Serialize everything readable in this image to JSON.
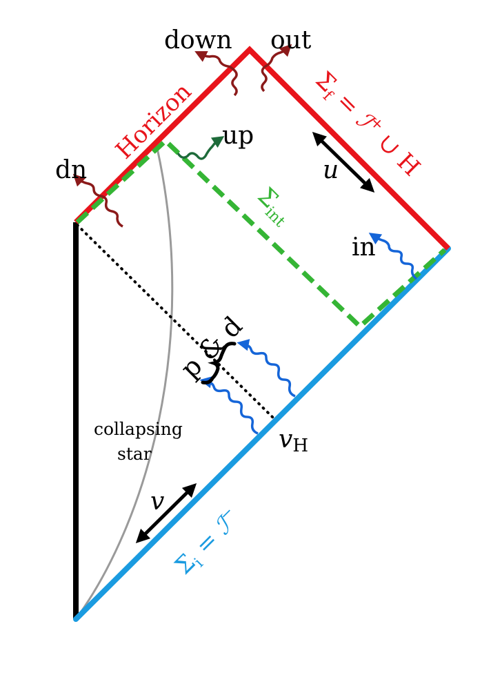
{
  "labels": {
    "down": "down",
    "out": "out",
    "horizon": "Horizon",
    "sigma_f": {
      "sym": "Σ",
      "sub": "f",
      "rest": " = ℐ",
      "sup": "+",
      "tail": " ∪ H"
    },
    "up": "up",
    "dn": "dn",
    "u": "u",
    "sigma_int": {
      "sym": "Σ",
      "sub": "int"
    },
    "in": "in",
    "p_and_d": "p & d",
    "v_h": {
      "main": "v",
      "sub": "H"
    },
    "collapsing": "collapsing",
    "star": "star",
    "v": "v",
    "sigma_i": {
      "sym": "Σ",
      "sub": "i",
      "rest": " = ℐ",
      "sup": "−"
    }
  },
  "colors": {
    "future_boundary": "#e8141b",
    "past_boundary": "#1a9be0",
    "intermediate_surface": "#35b535",
    "origin": "#000000",
    "star_surface": "#9a9a9a",
    "dark_red_wave": "#8b1a1a",
    "green_wave": "#1e6b3a",
    "blue_wave": "#1565d8"
  }
}
